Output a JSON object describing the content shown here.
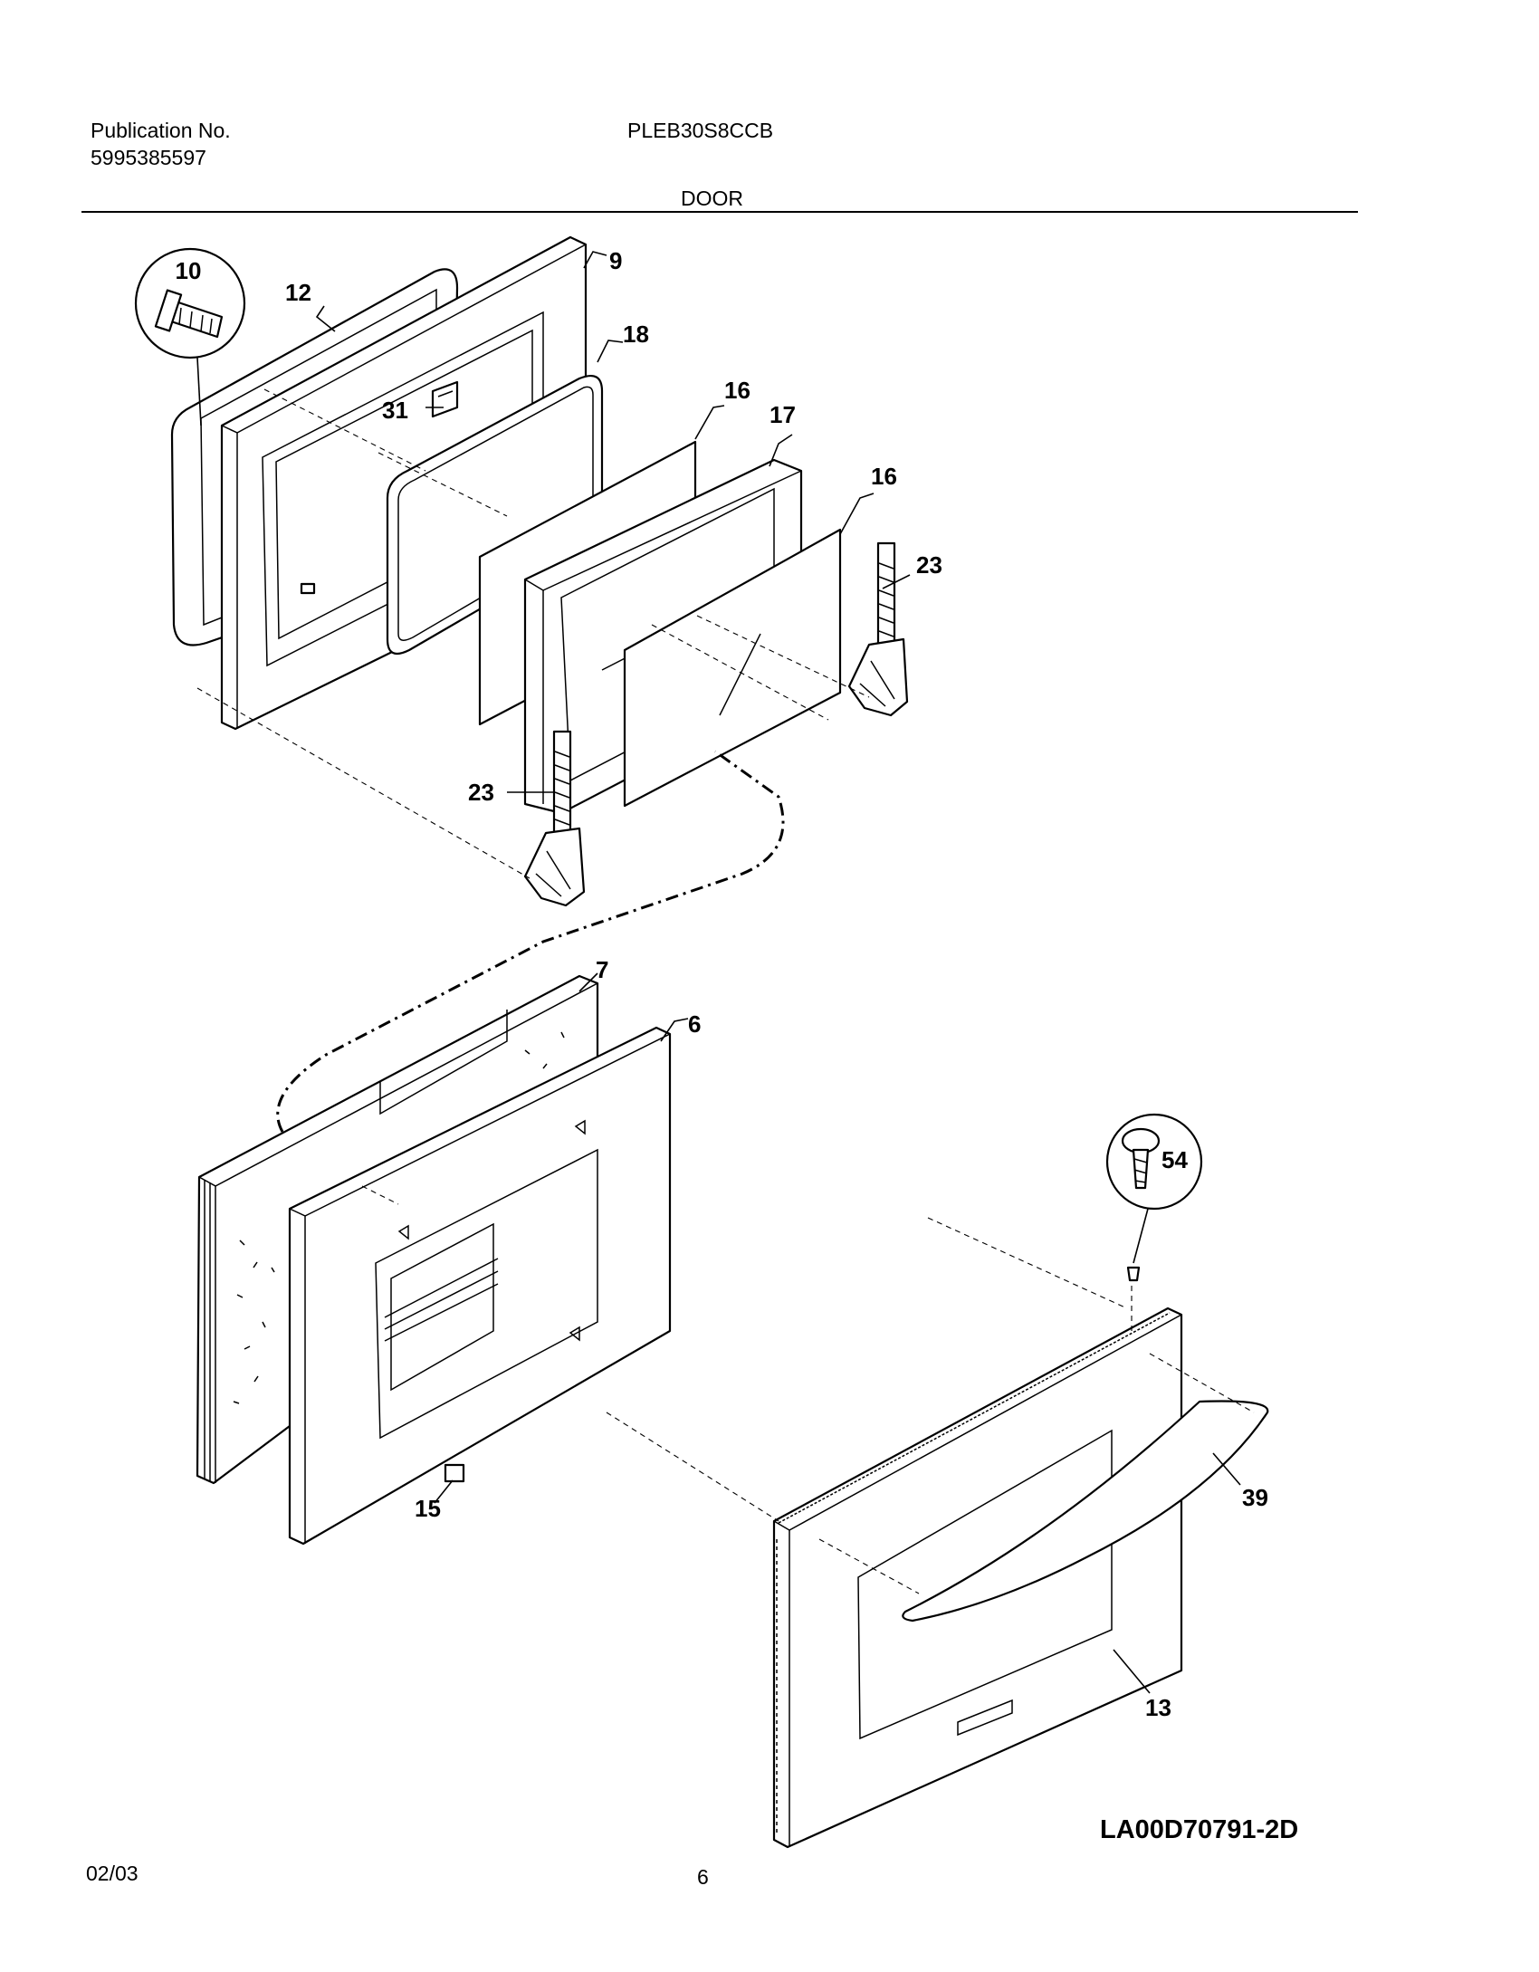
{
  "header": {
    "pub_label": "Publication No.",
    "pub_number": "5995385597",
    "model": "PLEB30S8CCB",
    "section": "DOOR"
  },
  "callouts": {
    "p10": "10",
    "p12": "12",
    "p9": "9",
    "p18": "18",
    "p31": "31",
    "p16a": "16",
    "p17": "17",
    "p16b": "16",
    "p23a": "23",
    "p23b": "23",
    "p7": "7",
    "p6": "6",
    "p15": "15",
    "p54": "54",
    "p39": "39",
    "p13": "13"
  },
  "footer": {
    "date": "02/03",
    "page": "6",
    "drawing_code": "LA00D70791-2D"
  }
}
